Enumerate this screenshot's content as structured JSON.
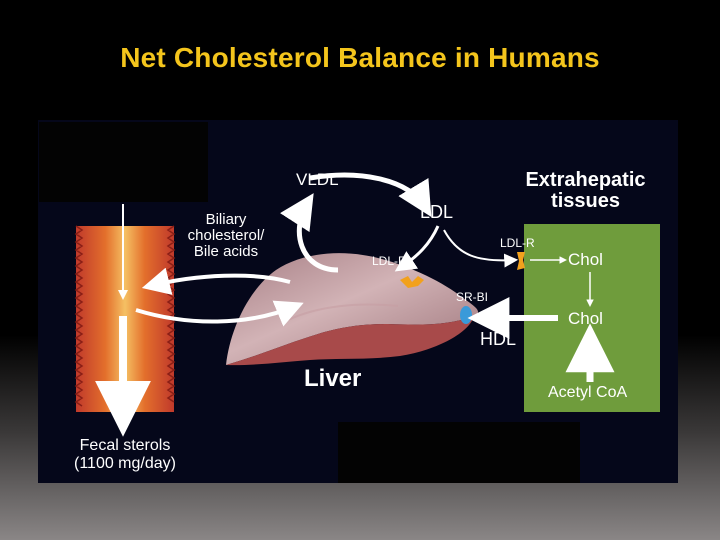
{
  "slide": {
    "title": "Net Cholesterol Balance in Humans"
  },
  "diagram": {
    "labels": {
      "vldl": "VLDL",
      "ldl": "LDL",
      "extrahepatic": "Extrahepatic tissues",
      "biliary": "Biliary cholesterol/ Bile acids",
      "ldlr_liver": "LDL-R",
      "ldlr_tissue": "LDL-R",
      "chol_top": "Chol",
      "chol_mid": "Chol",
      "srbi": "SR-BI",
      "hdl": "HDL",
      "liver": "Liver",
      "acetyl_coa": "Acetyl CoA",
      "fecal_sterols": "Fecal sterols",
      "fecal_amount": "(1100 mg/day)"
    },
    "colors": {
      "background": "#05071a",
      "tissue_box": "#6f9c3c",
      "liver": "#b98f93",
      "liver_lower": "#a84a4a",
      "intestine_core": "#f2b24a",
      "intestine_edge": "#c0392b",
      "receptor_orange": "#f2a11d",
      "srbi_blue": "#3a9ad9",
      "title": "#f4c51c"
    }
  }
}
